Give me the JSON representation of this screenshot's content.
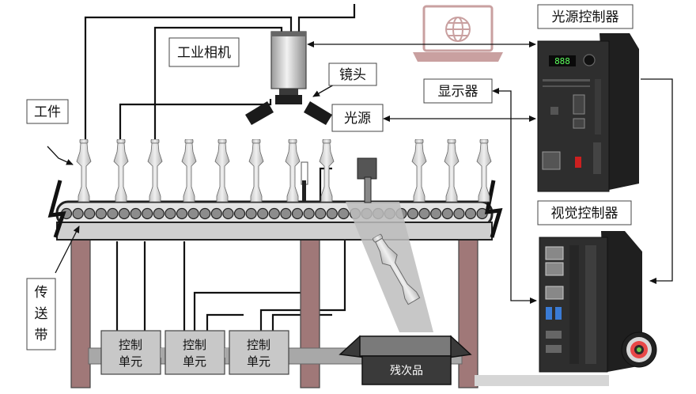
{
  "labels": {
    "camera": "工业相机",
    "lens": "镜头",
    "workpiece": "工件",
    "light": "光源",
    "monitor": "显示器",
    "light_controller": "光源控制器",
    "vision_controller": "视觉控制器",
    "conveyor_line1": "传",
    "conveyor_line2": "送",
    "conveyor_line3": "带",
    "reject_bin": "残次品",
    "control_unit_line1": "控制",
    "control_unit_line2": "单元"
  },
  "light_controller_display": "888",
  "icons": [
    "globe-icon",
    "laptop-icon",
    "arrow-icon"
  ],
  "colors": {
    "table_leg": "#a07878",
    "roller": "#8c8c8c",
    "box_fill": "#c8c8c8",
    "device_dark": "#2e2e2e",
    "laptop": "#c9a0a0",
    "bin_dark": "#3a3a3a",
    "display_green": "#5cff5c"
  }
}
